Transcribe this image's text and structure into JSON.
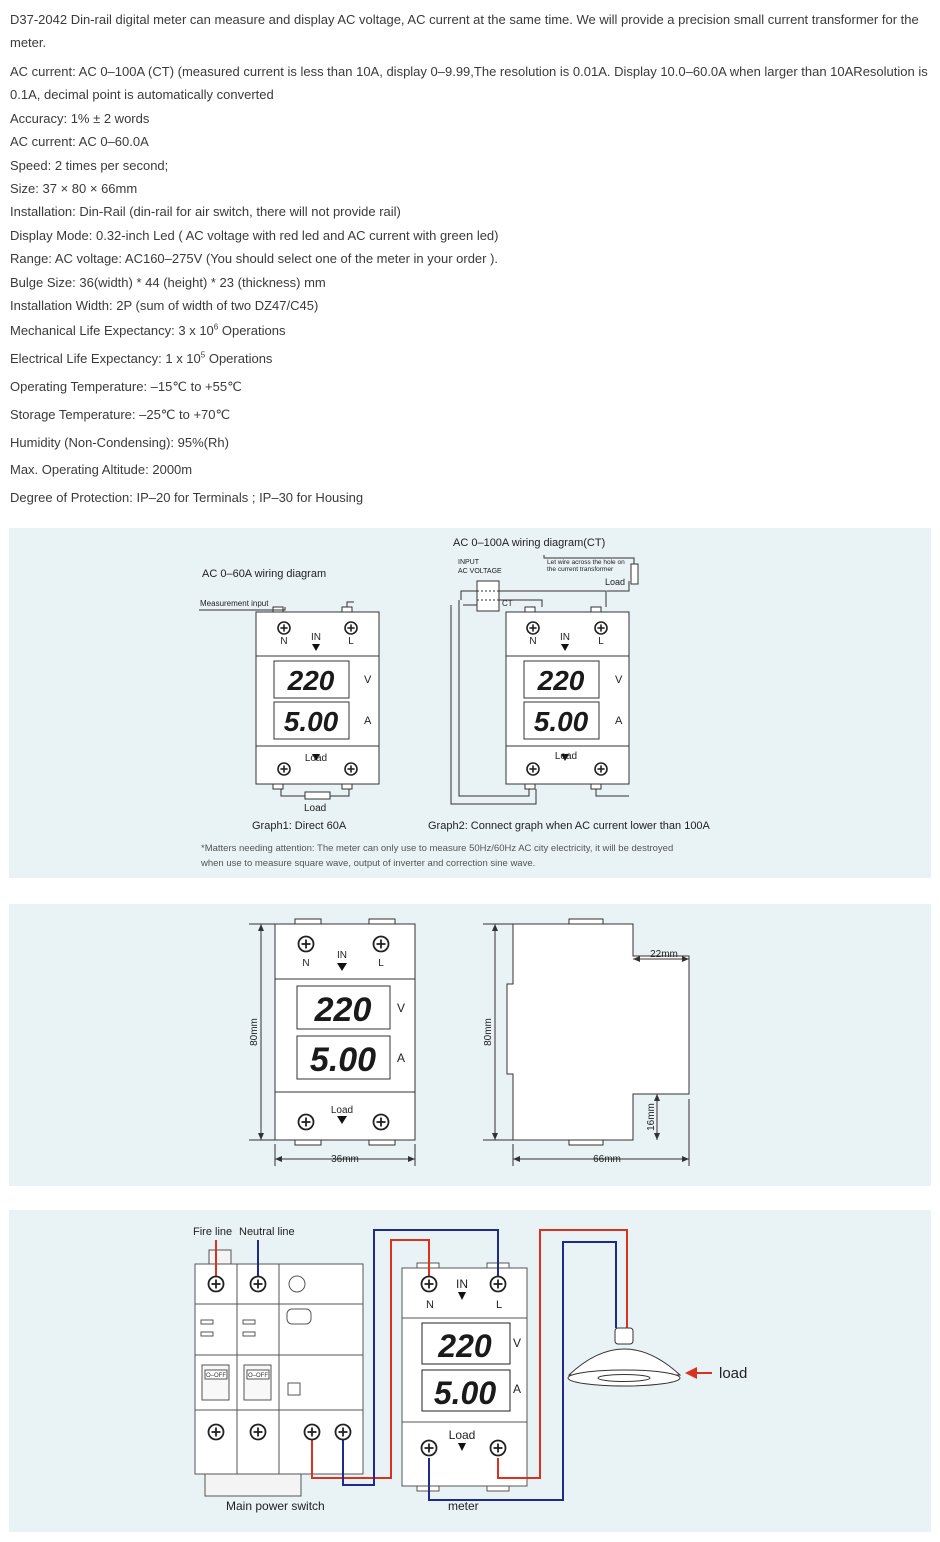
{
  "intro": "D37-2042 Din-rail digital meter can measure and display AC voltage, AC current at the same time. We will provide a precision small current transformer for the meter.",
  "specs": [
    {
      "key": "AC current:",
      "value": " AC 0–100A (CT) (measured current is less than 10A, display 0–9.99,The resolution is 0.01A. Display 10.0–60.0A when larger than 10AResolution is 0.1A, decimal point is automatically converted"
    },
    {
      "key": "Accuracy:",
      "value": " 1% ± 2 words"
    },
    {
      "key": "AC current:",
      "value": " AC 0–60.0A"
    },
    {
      "key": "Speed:",
      "value": " 2 times per second;"
    },
    {
      "key": "Size:",
      "value": " 37 × 80 × 66mm"
    },
    {
      "key": "Installation:",
      "value": " Din-Rail (din-rail for air switch, there will not provide rail)"
    },
    {
      "key": "Display Mode:",
      "value": " 0.32-inch Led ( AC voltage with red led and AC current with green led)"
    },
    {
      "key": "Range:",
      "value": " AC voltage: AC160–275V (You should select one of the meter in your order )."
    },
    {
      "key": "Bulge Size:",
      "value": " 36(width) * 44 (height) * 23 (thickness) mm"
    },
    {
      "key": "Installation Width:",
      "value": " 2P (sum of width of two DZ47/C45)"
    },
    {
      "key": "Mechanical Life Expectancy:",
      "value": " 3 x 10",
      "sup": "6",
      "after": " Operations"
    },
    {
      "key": "Electrical Life Expectancy:",
      "value": " 1 x 10",
      "sup": "5",
      "after": " Operations"
    },
    {
      "key": "Operating Temperature:",
      "value": " –15℃ to +55℃"
    },
    {
      "key": "Storage Temperature:",
      "value": " –25℃ to +70℃"
    },
    {
      "key": "Humidity (Non-Condensing):",
      "value": " 95%(Rh)"
    },
    {
      "key": "Max. Operating Altitude:",
      "value": " 2000m"
    },
    {
      "key": "Degree of Protection:",
      "value": " IP–20 for Terminals ; IP–30 for Housing"
    }
  ],
  "meter": {
    "voltage": "220",
    "current": "5.00",
    "v_unit": "V",
    "a_unit": "A",
    "in_label": "IN",
    "n_label": "N",
    "l_label": "L",
    "load_label": "Load"
  },
  "diagram1": {
    "left_title": "AC 0–60A wiring diagram",
    "measurement_input": "Measurement input",
    "left_load": "Load",
    "left_caption": "Graph1: Direct 60A",
    "right_title": "AC 0–100A wiring diagram(CT)",
    "input_label_1": "INPUT",
    "input_label_2": "AC VOLTAGE",
    "ct_label": "CT",
    "wire_note_1": "Let wire across the hole on",
    "wire_note_2": "the current transformer",
    "right_load": "Load",
    "right_caption": "Graph2: Connect graph when AC current lower than 100A",
    "note_1": "*Matters needing attention: The meter can only use to measure 50Hz/60Hz AC city electricity, it will be destroyed",
    "note_2": "when use to measure square wave, output of inverter and correction sine wave."
  },
  "diagram2": {
    "height_label": "80mm",
    "width_label": "36mm",
    "side_height_label": "80mm",
    "depth_label": "66mm",
    "bulge_label": "22mm",
    "foot_label": "16mm"
  },
  "diagram3": {
    "fire_line": "Fire line",
    "neutral_line": "Neutral line",
    "switch_label": "Main power switch",
    "meter_label": "meter",
    "load_label": "load",
    "off_label": "O–OFF",
    "fire_color": "#d9321f",
    "neutral_color": "#1e2a8c"
  }
}
